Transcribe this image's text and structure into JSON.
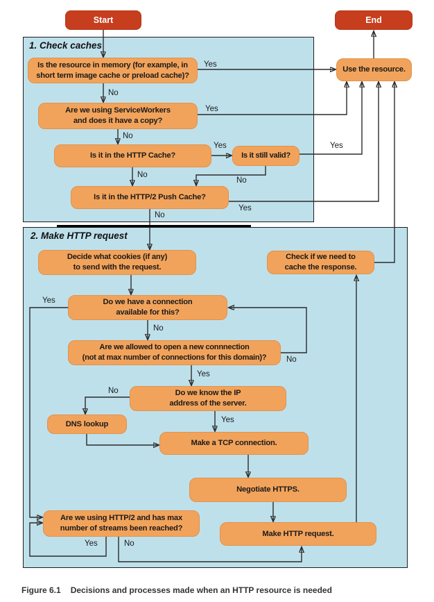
{
  "figure": {
    "caption_label": "Figure 6.1",
    "caption_text": "Decisions and processes made when an HTTP resource is needed"
  },
  "colors": {
    "terminal_red": "#c63e1e",
    "node_orange": "#f2a35b",
    "section_blue": "#bee0eb",
    "connector": "#2b2b2b"
  },
  "terminals": {
    "start": "Start",
    "end": "End"
  },
  "sections": {
    "check_caches": "1. Check caches",
    "make_request": "2. Make HTTP request"
  },
  "nodes": {
    "use_resource": {
      "text": "Use the resource."
    },
    "in_memory": {
      "text": "Is the resource in memory (for example, in\nshort term image cache or preload cache)?"
    },
    "service_workers": {
      "text": "Are we using ServiceWorkers\nand does it have a copy?"
    },
    "http_cache": {
      "text": "Is it in the HTTP Cache?"
    },
    "still_valid": {
      "text": "Is it still valid?"
    },
    "push_cache": {
      "text": "Is it in the HTTP/2 Push Cache?"
    },
    "decide_cookies": {
      "text": "Decide what cookies (if any)\nto send with the request."
    },
    "check_cache_response": {
      "text": "Check if we need to\ncache the response."
    },
    "connection_available": {
      "text": "Do we have a connection\navailable for this?"
    },
    "allowed_new_connection": {
      "text": "Are we allowed to open a new connnection\n(not at max number of connections for this domain)?"
    },
    "know_ip": {
      "text": "Do we know the IP\naddress of the server."
    },
    "dns_lookup": {
      "text": "DNS lookup"
    },
    "tcp_connection": {
      "text": "Make a TCP connection."
    },
    "negotiate_https": {
      "text": "Negotiate HTTPS."
    },
    "http2_max_streams": {
      "text": "Are we using HTTP/2 and has max\nnumber of streams been reached?"
    },
    "make_http_request": {
      "text": "Make HTTP request."
    }
  },
  "labels": {
    "yes": "Yes",
    "no": "No"
  },
  "edges": [
    {
      "from": "start",
      "to": "in_memory",
      "label": ""
    },
    {
      "from": "in_memory",
      "to": "use_resource",
      "label": "Yes"
    },
    {
      "from": "in_memory",
      "to": "service_workers",
      "label": "No"
    },
    {
      "from": "service_workers",
      "to": "use_resource",
      "label": "Yes"
    },
    {
      "from": "service_workers",
      "to": "http_cache",
      "label": "No"
    },
    {
      "from": "http_cache",
      "to": "still_valid",
      "label": "Yes"
    },
    {
      "from": "http_cache",
      "to": "push_cache",
      "label": "No"
    },
    {
      "from": "still_valid",
      "to": "use_resource",
      "label": "Yes"
    },
    {
      "from": "still_valid",
      "to": "push_cache",
      "label": "No"
    },
    {
      "from": "push_cache",
      "to": "use_resource",
      "label": "Yes"
    },
    {
      "from": "push_cache",
      "to": "decide_cookies",
      "label": "No"
    },
    {
      "from": "use_resource",
      "to": "end",
      "label": ""
    },
    {
      "from": "decide_cookies",
      "to": "connection_available",
      "label": ""
    },
    {
      "from": "connection_available",
      "to": "http2_max_streams",
      "label": "Yes"
    },
    {
      "from": "connection_available",
      "to": "allowed_new_connection",
      "label": "No"
    },
    {
      "from": "allowed_new_connection",
      "to": "connection_available",
      "label": "No"
    },
    {
      "from": "allowed_new_connection",
      "to": "know_ip",
      "label": "Yes"
    },
    {
      "from": "know_ip",
      "to": "dns_lookup",
      "label": "No"
    },
    {
      "from": "know_ip",
      "to": "tcp_connection",
      "label": "Yes"
    },
    {
      "from": "dns_lookup",
      "to": "tcp_connection",
      "label": ""
    },
    {
      "from": "tcp_connection",
      "to": "negotiate_https",
      "label": ""
    },
    {
      "from": "negotiate_https",
      "to": "make_http_request",
      "label": ""
    },
    {
      "from": "http2_max_streams",
      "to": "http2_max_streams",
      "label": "Yes"
    },
    {
      "from": "http2_max_streams",
      "to": "make_http_request",
      "label": "No"
    },
    {
      "from": "make_http_request",
      "to": "check_cache_response",
      "label": ""
    },
    {
      "from": "check_cache_response",
      "to": "use_resource",
      "label": ""
    }
  ]
}
